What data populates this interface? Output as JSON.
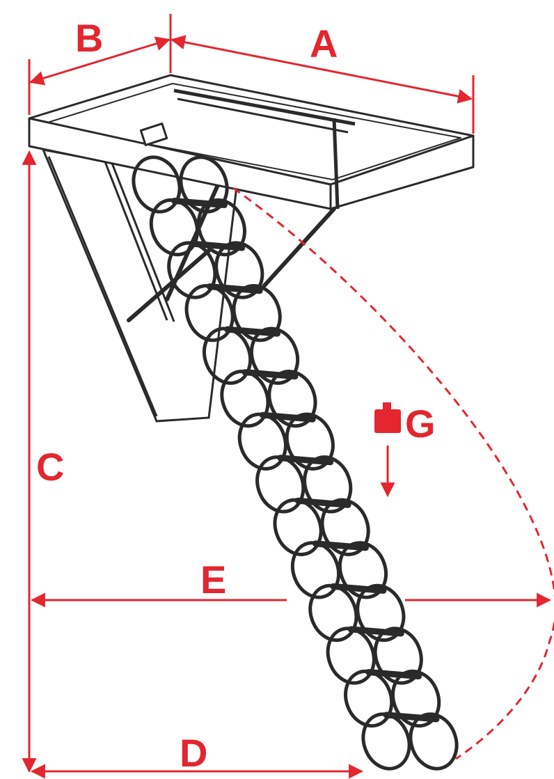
{
  "colors": {
    "accent": "#e3262f",
    "line": "#2a2a2a",
    "background": "#ffffff"
  },
  "dimensions": {
    "A": "A",
    "B": "B",
    "C": "C",
    "D": "D",
    "E": "E"
  },
  "weight": {
    "label": "G",
    "icon": "weight-icon"
  }
}
